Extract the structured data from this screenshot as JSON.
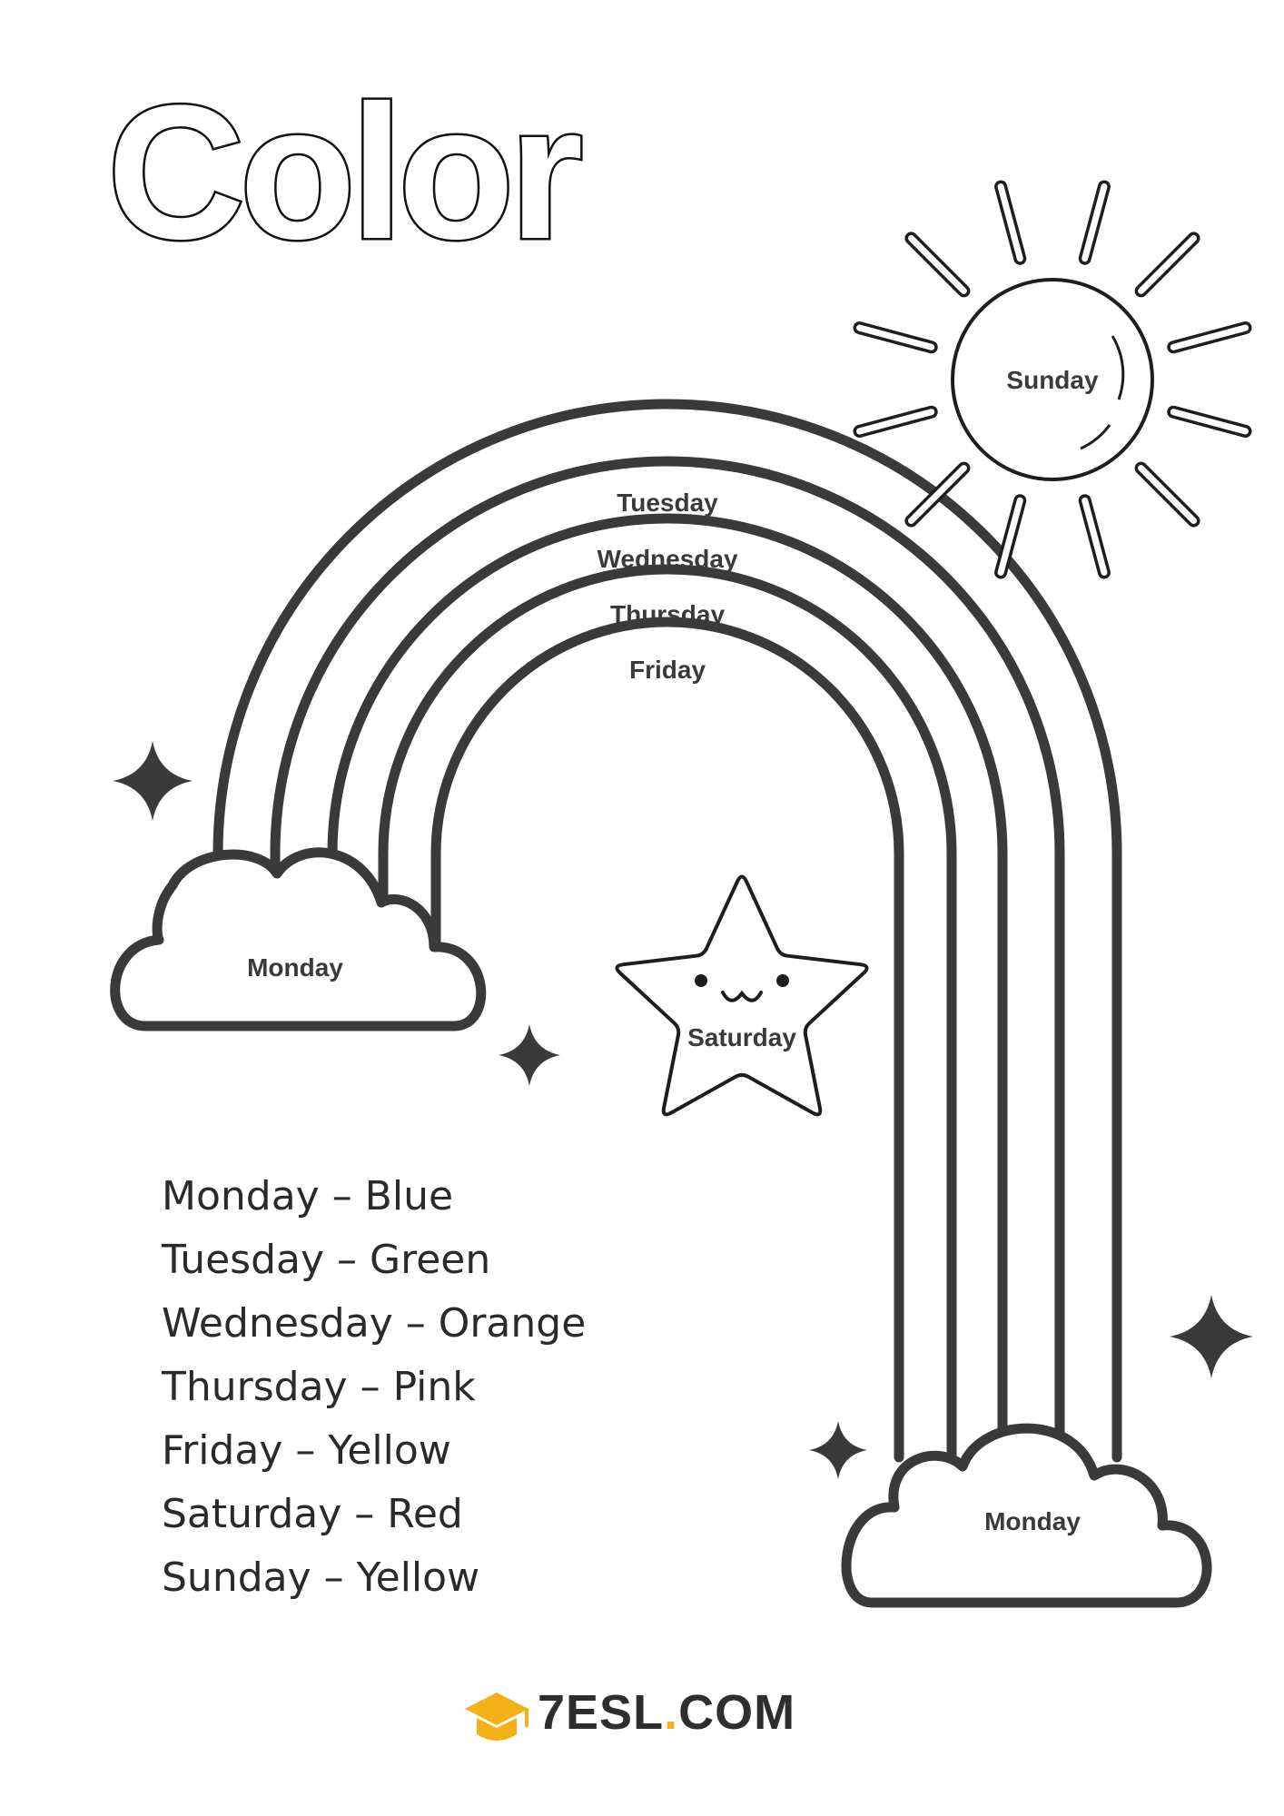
{
  "title": "Color",
  "sun_label": "Sunday",
  "rainbow_bands": [
    "Tuesday",
    "Wednesday",
    "Thursday",
    "Friday"
  ],
  "cloud_left_label": "Monday",
  "cloud_right_label": "Monday",
  "star_label": "Saturday",
  "star_face": "•ω•",
  "color_key": [
    "Monday – Blue",
    "Tuesday – Green",
    "Wednesday – Orange",
    "Thursday – Pink",
    "Friday – Yellow",
    "Saturday – Red",
    "Sunday – Yellow"
  ],
  "logo": {
    "text_before_dot": "7ESL",
    "dot": ".",
    "text_after_dot": "COM",
    "icon": "graduation-cap-icon",
    "accent_color": "#f4b117"
  },
  "colors": {
    "outline": "#3a3a3a",
    "background": "#ffffff"
  }
}
